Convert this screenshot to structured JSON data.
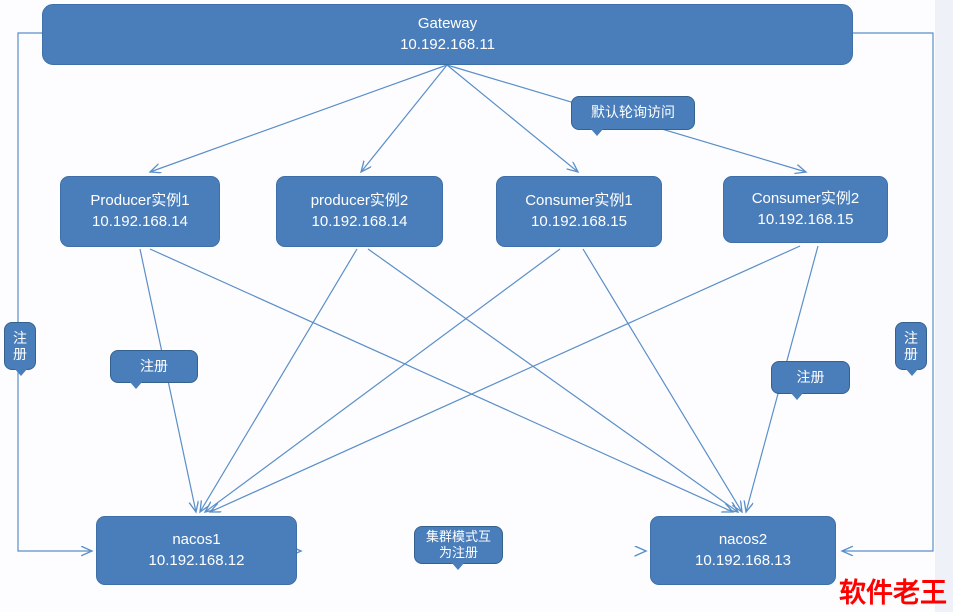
{
  "diagram": {
    "title_node": {
      "name": "Gateway",
      "ip": "10.192.168.11"
    },
    "services": [
      {
        "name": "Producer实例1",
        "ip": "10.192.168.14"
      },
      {
        "name": "producer实例2",
        "ip": "10.192.168.14"
      },
      {
        "name": "Consumer实例1",
        "ip": "10.192.168.15"
      },
      {
        "name": "Consumer实例2",
        "ip": "10.192.168.15"
      }
    ],
    "registries": [
      {
        "name": "nacos1",
        "ip": "10.192.168.12"
      },
      {
        "name": "nacos2",
        "ip": "10.192.168.13"
      }
    ],
    "callouts": {
      "round_robin": "默认轮询访问",
      "register_left_box": "注册",
      "register_right_box": "注册",
      "register_far_left_l1": "注",
      "register_far_left_l2": "册",
      "register_far_right_l1": "注",
      "register_far_right_l2": "册",
      "cluster_l1": "集群模式互",
      "cluster_l2": "为注册"
    },
    "watermark": "软件老王",
    "colors": {
      "node_fill": "#4a7ebb",
      "node_border": "#3f6fa8",
      "connector": "#5a8fc8",
      "background": "#fdfdff",
      "right_band": "#eef1f8",
      "watermark": "#ff0000",
      "node_text": "#ffffff"
    }
  }
}
